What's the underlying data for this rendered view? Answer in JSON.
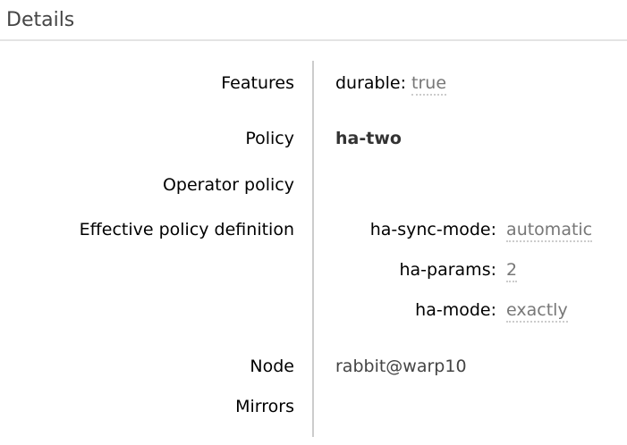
{
  "colors": {
    "heading_text": "#454545",
    "label_text": "#000000",
    "muted_value_text": "#777777",
    "dotted_underline": "#cccccc",
    "divider": "#cccccc",
    "heading_rule": "#e4e4e4",
    "node_text": "#444444",
    "policy_text": "#333333"
  },
  "details": {
    "heading": "Details",
    "rows": [
      {
        "label": "Features",
        "pairs": [
          {
            "key": "durable:",
            "value": "true"
          }
        ]
      },
      {
        "label": "Policy",
        "value": "ha-two"
      },
      {
        "label": "Operator policy",
        "value": ""
      },
      {
        "label": "Effective policy definition",
        "pairs": [
          {
            "key": "ha-sync-mode:",
            "value": "automatic"
          },
          {
            "key": "ha-params:",
            "value": "2"
          },
          {
            "key": "ha-mode:",
            "value": "exactly"
          }
        ]
      },
      {
        "label": "Node",
        "value": "rabbit@warp10"
      },
      {
        "label": "Mirrors",
        "value": ""
      }
    ]
  }
}
